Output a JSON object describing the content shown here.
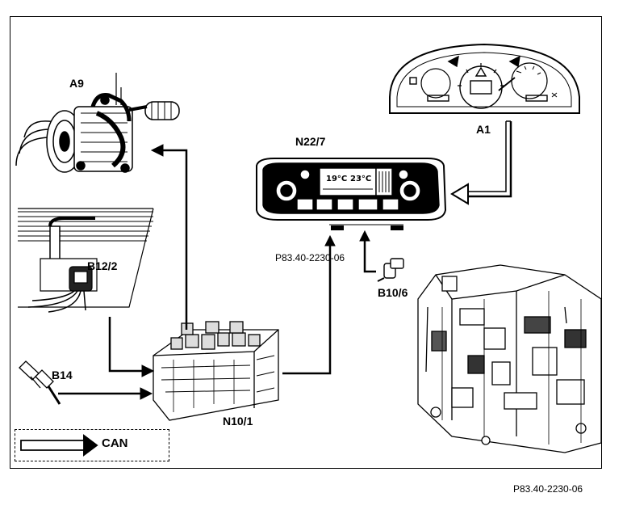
{
  "components": {
    "a9": "A9",
    "a1": "A1",
    "n22_7": "N22/7",
    "b12_2": "B12/2",
    "b10_6": "B10/6",
    "b14": "B14",
    "n10_1": "N10/1"
  },
  "display": {
    "temp_left": "19°C",
    "temp_right": "23°C"
  },
  "legend": {
    "label": "CAN"
  },
  "figure_ref_inner": "P83.40-2230-06",
  "figure_ref_outer": "P83.40-2230-06"
}
